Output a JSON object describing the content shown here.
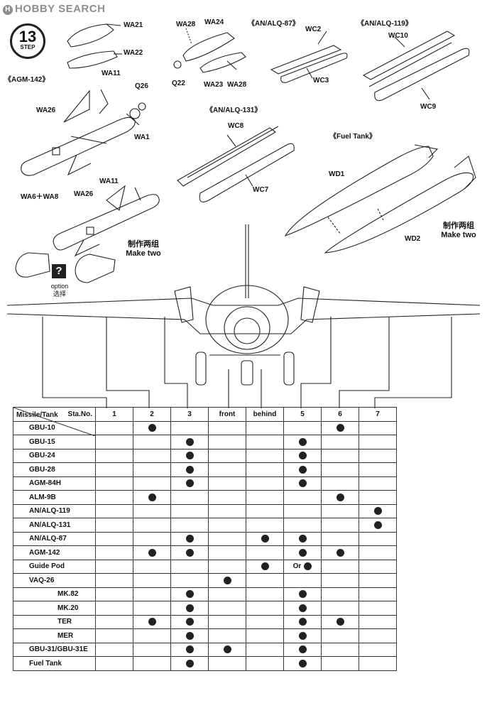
{
  "watermark": "HOBBY SEARCH",
  "step": {
    "number": "13",
    "word": "STEP"
  },
  "sections": {
    "agm142": "《AGM-142》",
    "alq87": "《AN/ALQ-87》",
    "alq119": "《AN/ALQ-119》",
    "alq131": "《AN/ALQ-131》",
    "fuel_tank": "《Fuel Tank》"
  },
  "parts": {
    "wa21": "WA21",
    "wa22": "WA22",
    "wa28a": "WA28",
    "wa24": "WA24",
    "q22": "Q22",
    "wa23": "WA23",
    "wa28b": "WA28",
    "wc2": "WC2",
    "wc3": "WC3",
    "wc10": "WC10",
    "wc9": "WC9",
    "wa11a": "WA11",
    "q26": "Q26",
    "wa26a": "WA26",
    "wa1": "WA1",
    "wa11b": "WA11",
    "wa6wa8": "WA6＋WA8",
    "wa26b": "WA26",
    "wc8": "WC8",
    "wc7": "WC7",
    "wd1": "WD1",
    "wd2": "WD2"
  },
  "notes": {
    "make_two_cn": "制作两组",
    "make_two_en": "Make two",
    "make_two_cn_2": "制作两组",
    "make_two_en_2": "Make two",
    "option_en": "option",
    "option_cn": "选择",
    "question": "?"
  },
  "table": {
    "corner_top": "Sta.No.",
    "corner_bottom": "Missile/Tank",
    "columns": [
      "1",
      "2",
      "3",
      "front",
      "behind",
      "5",
      "6",
      "7"
    ],
    "or_text": "Or",
    "rows": [
      {
        "name": "GBU-10",
        "cells": [
          "",
          "●",
          "",
          "",
          "",
          "",
          "●",
          ""
        ]
      },
      {
        "name": "GBU-15",
        "cells": [
          "",
          "",
          "●",
          "",
          "",
          "●",
          "",
          ""
        ]
      },
      {
        "name": "GBU-24",
        "cells": [
          "",
          "",
          "●",
          "",
          "",
          "●",
          "",
          ""
        ]
      },
      {
        "name": "GBU-28",
        "cells": [
          "",
          "",
          "●",
          "",
          "",
          "●",
          "",
          ""
        ]
      },
      {
        "name": "AGM-84H",
        "cells": [
          "",
          "",
          "●",
          "",
          "",
          "●",
          "",
          ""
        ]
      },
      {
        "name": "ALM-9B",
        "cells": [
          "",
          "●",
          "",
          "",
          "",
          "",
          "●",
          ""
        ]
      },
      {
        "name": "AN/ALQ-119",
        "cells": [
          "",
          "",
          "",
          "",
          "",
          "",
          "",
          "●"
        ]
      },
      {
        "name": "AN/ALQ-131",
        "cells": [
          "",
          "",
          "",
          "",
          "",
          "",
          "",
          "●"
        ]
      },
      {
        "name": "AN/ALQ-87",
        "cells": [
          "",
          "",
          "●",
          "",
          "●",
          "●",
          "",
          ""
        ]
      },
      {
        "name": "AGM-142",
        "cells": [
          "",
          "●",
          "●",
          "",
          "",
          "●",
          "●",
          ""
        ]
      },
      {
        "name": "Guide Pod",
        "cells": [
          "",
          "",
          "",
          "",
          "●",
          "or●",
          "",
          ""
        ]
      },
      {
        "name": "VAQ-26",
        "cells": [
          "",
          "",
          "",
          "●",
          "",
          "",
          "",
          ""
        ]
      },
      {
        "name": "MK.82",
        "indent": true,
        "cells": [
          "",
          "",
          "●",
          "",
          "",
          "●",
          "",
          ""
        ]
      },
      {
        "name": "MK.20",
        "indent": true,
        "cells": [
          "",
          "",
          "●",
          "",
          "",
          "●",
          "",
          ""
        ]
      },
      {
        "name": "TER",
        "indent": true,
        "cells": [
          "",
          "●",
          "●",
          "",
          "",
          "●",
          "●",
          ""
        ]
      },
      {
        "name": "MER",
        "indent": true,
        "cells": [
          "",
          "",
          "●",
          "",
          "",
          "●",
          "",
          ""
        ]
      },
      {
        "name": "GBU-31/GBU-31E",
        "cells": [
          "",
          "",
          "●",
          "●",
          "",
          "●",
          "",
          ""
        ]
      },
      {
        "name": "Fuel Tank",
        "cells": [
          "",
          "",
          "●",
          "",
          "",
          "●",
          "",
          ""
        ]
      }
    ]
  }
}
